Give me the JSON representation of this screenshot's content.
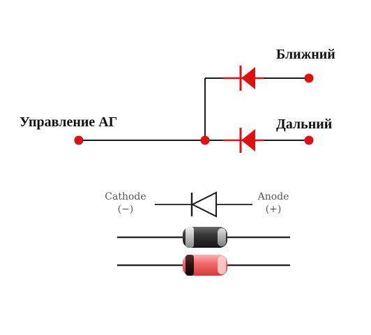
{
  "circuit": {
    "control_label": "Управление АГ",
    "near_label": "Ближний",
    "far_label": "Дальний"
  },
  "legend": {
    "cathode_label": "Cathode",
    "cathode_sign": "(−)",
    "anode_label": "Anode",
    "anode_sign": "(+)"
  },
  "colors": {
    "wire": "#1a1a1a",
    "diode_red": "#e01010",
    "terminal_dot": "#e01010",
    "diode_black_body": "#2a2a2a",
    "diode_red_body": "#f06060",
    "diode_band_silver": "#c8c8c8"
  }
}
